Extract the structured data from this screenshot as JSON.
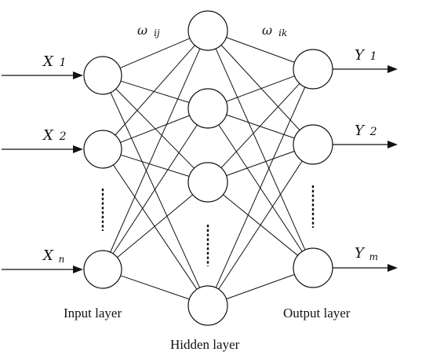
{
  "inputs": [
    {
      "base": "X",
      "sub": "1"
    },
    {
      "base": "X",
      "sub": "2"
    },
    {
      "base": "X",
      "sub": "n"
    }
  ],
  "outputs": [
    {
      "base": "Y",
      "sub": "1"
    },
    {
      "base": "Y",
      "sub": "2"
    },
    {
      "base": "Y",
      "sub": "m"
    }
  ],
  "weights": {
    "input_hidden": {
      "base": "ω",
      "sub": "ij"
    },
    "hidden_output": {
      "base": "ω",
      "sub": "ik"
    }
  },
  "layers": {
    "input": "Input layer",
    "hidden": "Hidden layer",
    "output": "Output layer"
  },
  "colors": {
    "stroke": "#111111",
    "background": "#ffffff"
  }
}
